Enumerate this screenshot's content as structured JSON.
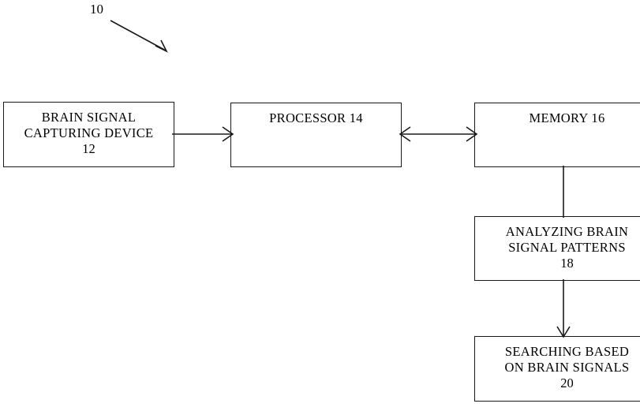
{
  "figure": {
    "reference_label": "10",
    "background_color": "#ffffff",
    "line_color": "#1a1a1a"
  },
  "blocks": [
    {
      "id": "brain-signal-capturing-device",
      "lines": [
        "BRAIN SIGNAL",
        "CAPTURING DEVICE"
      ],
      "line1": "BRAIN SIGNAL",
      "line2": "CAPTURING DEVICE",
      "ref": "12"
    },
    {
      "id": "processor",
      "line1": "PROCESSOR 14",
      "line2": "",
      "ref": ""
    },
    {
      "id": "memory",
      "line1": "MEMORY 16",
      "line2": "",
      "ref": ""
    },
    {
      "id": "analyzing-brain-signal-patterns",
      "line1": "ANALYZING BRAIN",
      "line2": "SIGNAL PATTERNS",
      "ref": "18"
    },
    {
      "id": "searching-based-on-brain-signals",
      "line1": "SEARCHING BASED",
      "line2": "ON BRAIN SIGNALS",
      "ref": "20"
    }
  ],
  "connectors": [
    {
      "id": "lead-line-10",
      "from": "label-10",
      "to": "figure",
      "arrow": "single",
      "direction": "diagonal-down-right"
    },
    {
      "id": "capture-to-processor",
      "from": "brain-signal-capturing-device",
      "to": "processor",
      "arrow": "single",
      "direction": "right"
    },
    {
      "id": "processor-to-memory",
      "from": "processor",
      "to": "memory",
      "arrow": "double",
      "direction": "horizontal"
    },
    {
      "id": "memory-to-analyzing",
      "from": "memory",
      "to": "analyzing-brain-signal-patterns",
      "arrow": "none",
      "direction": "down"
    },
    {
      "id": "analyzing-to-searching",
      "from": "analyzing-brain-signal-patterns",
      "to": "searching-based-on-brain-signals",
      "arrow": "single",
      "direction": "down"
    }
  ]
}
